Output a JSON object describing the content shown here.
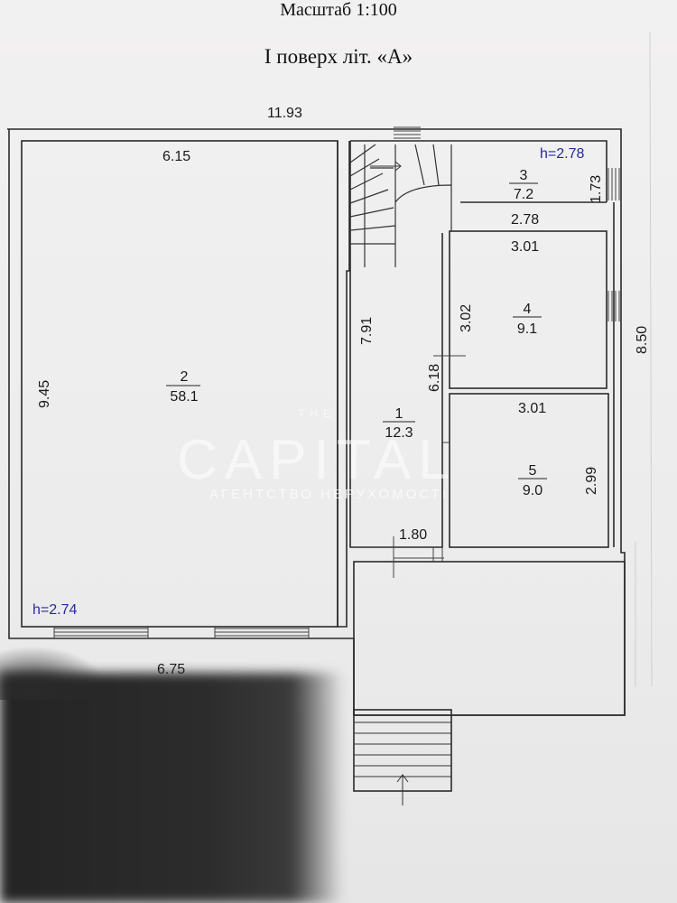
{
  "scale_label": "Масштаб 1:100",
  "floor_label": "І поверх  літ. «А»",
  "dimensions": {
    "overall_width": "11.93",
    "room2_top_width": "6.15",
    "room2_height": "9.45",
    "bottom_width": "6.75",
    "room3_height_side": "1.73",
    "room3_width": "2.78",
    "room4_width": "3.01",
    "room4_height": "3.02",
    "room5_width": "3.01",
    "room5_height": "2.99",
    "hall_height": "7.91",
    "hall_partial": "6.18",
    "hall_width": "1.80",
    "right_height": "8.50"
  },
  "ceiling_heights": {
    "left": "h=2.74",
    "right": "h=2.78"
  },
  "rooms": [
    {
      "number": "1",
      "area": "12.3"
    },
    {
      "number": "2",
      "area": "58.1"
    },
    {
      "number": "3",
      "area": "7.2"
    },
    {
      "number": "4",
      "area": "9.1"
    },
    {
      "number": "5",
      "area": "9.0"
    }
  ],
  "watermark": {
    "small": "THE",
    "brand": "CAPITAL",
    "subtitle": "АГЕНТСТВО НЕРУХОМОСТІ"
  }
}
